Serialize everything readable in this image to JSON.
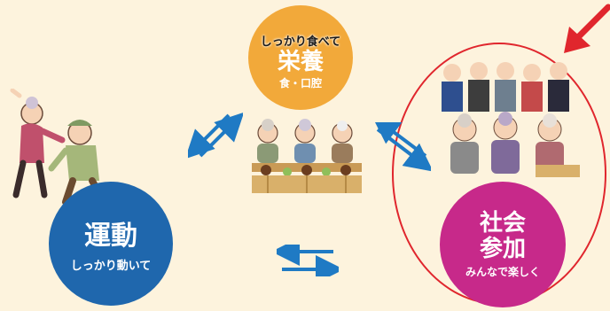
{
  "nutrition": {
    "top_text": "しっかり食べて",
    "title": "栄養",
    "subtitle": "食・口腔",
    "color": "#f2a93a"
  },
  "exercise": {
    "title": "運動",
    "subtitle": "しっかり動いて",
    "color": "#1f67ad"
  },
  "social": {
    "title_line1": "社会",
    "title_line2": "参加",
    "subtitle": "みんなで楽しく",
    "color": "#c7298a"
  },
  "highlight_color": "#e0262d"
}
